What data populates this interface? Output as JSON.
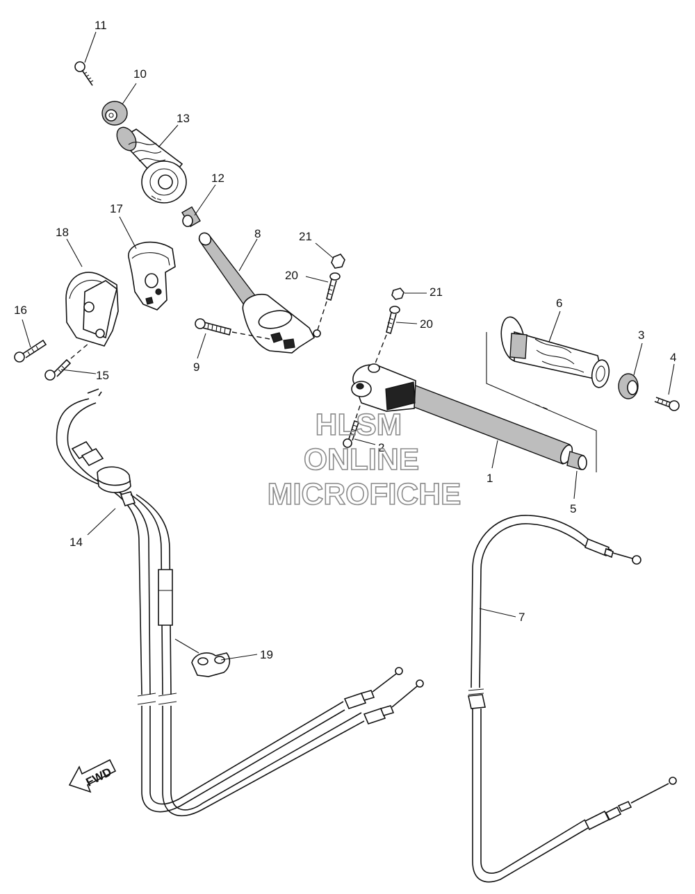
{
  "diagram": {
    "labels": [
      "1",
      "2",
      "3",
      "4",
      "5",
      "6",
      "7",
      "8",
      "9",
      "10",
      "11",
      "12",
      "13",
      "14",
      "15",
      "16",
      "17",
      "18",
      "19",
      "20",
      "21"
    ],
    "label_20b": "20",
    "label_21b": "21",
    "fwd_label": "FWD",
    "watermark": {
      "line1": "HLSM",
      "line2": "ONLINE",
      "line3": "MICROFICHE"
    }
  },
  "colors": {
    "ink": "#111111",
    "watermark": "#8a8a8a",
    "background": "#ffffff"
  }
}
